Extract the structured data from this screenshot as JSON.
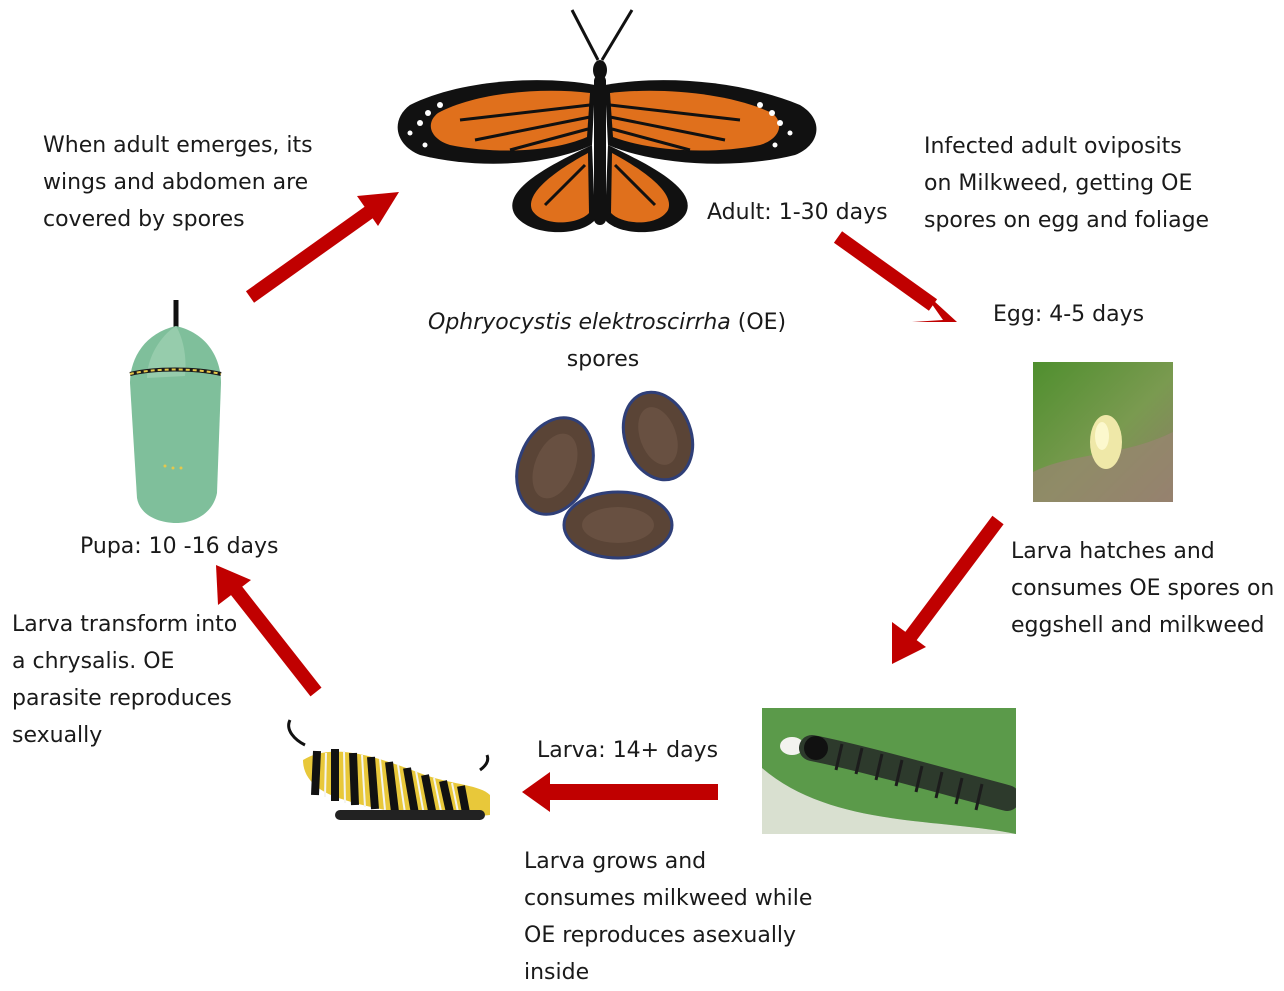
{
  "colors": {
    "arrow": "#c00000",
    "leaf_green": "#4f8f2e",
    "chrysalis_green": "#7fbf9b",
    "butterfly_orange": "#e0701c",
    "spore_brown": "#5a4436"
  },
  "stages": {
    "adult": {
      "label": "Adult: 1-30 days",
      "image": "monarch-butterfly"
    },
    "egg": {
      "label": "Egg: 4-5 days",
      "image": "egg-on-leaf"
    },
    "larva_small": {
      "image": "young-larva-on-leaf"
    },
    "larva": {
      "label": "Larva: 14+ days",
      "image": "monarch-caterpillar"
    },
    "pupa": {
      "label": "Pupa: 10 -16 days",
      "image": "green-chrysalis"
    }
  },
  "center": {
    "species": "Ophryocystis elektroscirrha",
    "abbrev": " (OE)",
    "line2": "spores",
    "image": "oe-spores"
  },
  "notes": {
    "adult_emerges": [
      "When adult emerges, its",
      "wings and abdomen are",
      "covered by spores"
    ],
    "oviposits": [
      "Infected adult oviposits",
      "on Milkweed, getting OE",
      "spores on egg and foliage"
    ],
    "hatches": [
      "Larva hatches and",
      "consumes OE spores on",
      "eggshell and milkweed"
    ],
    "grows": [
      "Larva grows and",
      "consumes milkweed while",
      "OE reproduces asexually",
      "inside"
    ],
    "transform": [
      "Larva transform into",
      "a chrysalis. OE",
      "parasite reproduces",
      "sexually"
    ]
  }
}
